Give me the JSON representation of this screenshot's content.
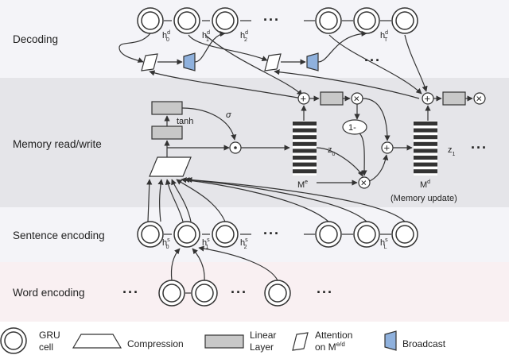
{
  "bands": {
    "decoding": "Decoding",
    "memory": "Memory read/write",
    "sentence": "Sentence encoding",
    "word": "Word encoding"
  },
  "band_colors": {
    "decoding": "#f4f4f8",
    "memory": "#e5e5e9",
    "sentence": "#f4f4f8",
    "word": "#f9f0f2"
  },
  "hidden_labels": {
    "dec": [
      "h",
      "h",
      "h",
      "h"
    ],
    "dec_sup": [
      "d",
      "d",
      "d",
      "d"
    ],
    "dec_sub": [
      "0",
      "1",
      "2",
      "T"
    ],
    "enc": [
      "h",
      "h",
      "h",
      "h"
    ],
    "enc_sup": [
      "s",
      "s",
      "s",
      "s"
    ],
    "enc_sub": [
      "0",
      "1",
      "2",
      "L"
    ]
  },
  "ellipsis": "···",
  "memory": {
    "tanh": "tanh",
    "sigma": "σ",
    "one_minus": "1-",
    "z0": "z",
    "z0_sub": "0",
    "z1": "z",
    "z1_sub": "1",
    "me": "M",
    "me_sup": "e",
    "md": "M",
    "md_sup": "d",
    "update": "(Memory update)"
  },
  "legend": {
    "gru": [
      "GRU",
      "cell"
    ],
    "compression": "Compression",
    "linear": [
      "Linear",
      "Layer"
    ],
    "attention": [
      "Attention",
      "on M"
    ],
    "attention_sup": "e/d",
    "broadcast": "Broadcast"
  },
  "colors": {
    "broadcast": "#8fb1dd",
    "linear": "#c8c8c8",
    "gru": "#ffffff"
  }
}
